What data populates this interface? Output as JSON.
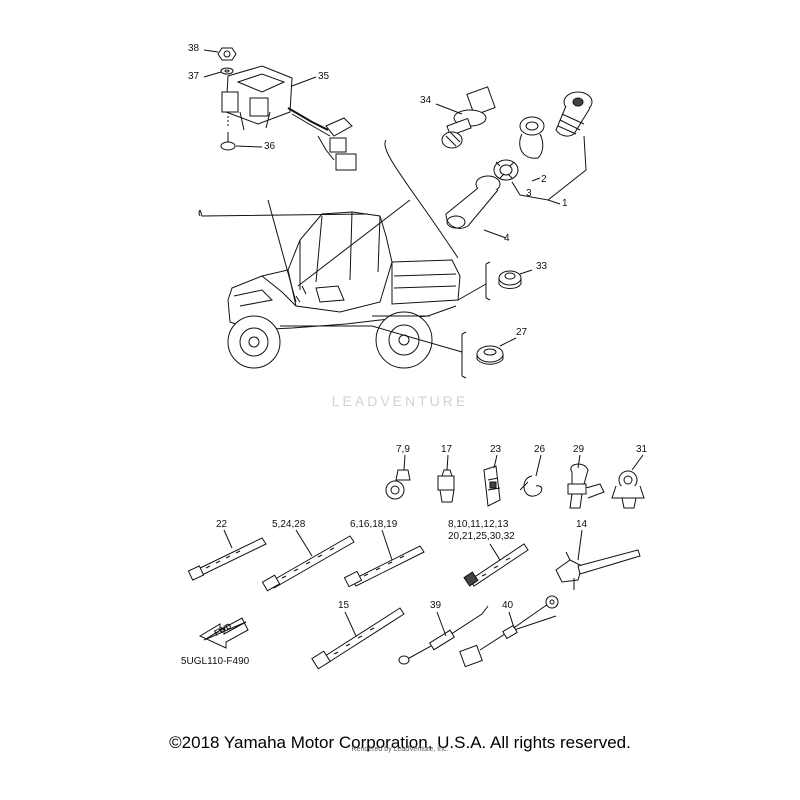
{
  "parts": {
    "p38": "38",
    "p37": "37",
    "p35": "35",
    "p36": "36",
    "p34": "34",
    "p2": "2",
    "p3": "3",
    "p1": "1",
    "p4": "4",
    "p33": "33",
    "p27": "27",
    "p7_9": "7,9",
    "p17": "17",
    "p23": "23",
    "p26": "26",
    "p29": "29",
    "p31": "31",
    "p22": "22",
    "p5_24_28": "5,24,28",
    "p6_16_18_19": "6,16,18,19",
    "p8_line1": "8,10,11,12,13",
    "p8_line2": "20,21,25,30,32",
    "p14": "14",
    "p15": "15",
    "p39": "39",
    "p40": "40"
  },
  "fwd_label": "FWD",
  "diagram_code": "5UGL110-F490",
  "watermark": "LEADVENTURE",
  "copyright": "©2018 Yamaha Motor Corporation, U.S.A. All rights reserved.",
  "rendered_by": "Rendered by LeadVenture, Inc."
}
